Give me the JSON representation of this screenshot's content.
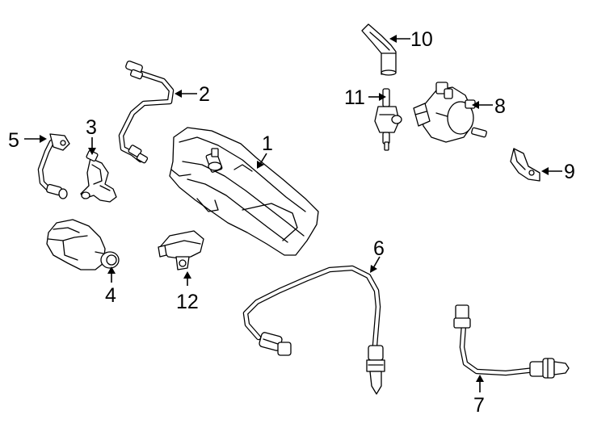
{
  "callouts": [
    {
      "id": "1",
      "label": "1"
    },
    {
      "id": "2",
      "label": "2"
    },
    {
      "id": "3",
      "label": "3"
    },
    {
      "id": "4",
      "label": "4"
    },
    {
      "id": "5",
      "label": "5"
    },
    {
      "id": "6",
      "label": "6"
    },
    {
      "id": "7",
      "label": "7"
    },
    {
      "id": "8",
      "label": "8"
    },
    {
      "id": "9",
      "label": "9"
    },
    {
      "id": "10",
      "label": "10"
    },
    {
      "id": "11",
      "label": "11"
    },
    {
      "id": "12",
      "label": "12"
    }
  ],
  "colors": {
    "ink": "#000000",
    "paper": "#ffffff"
  }
}
